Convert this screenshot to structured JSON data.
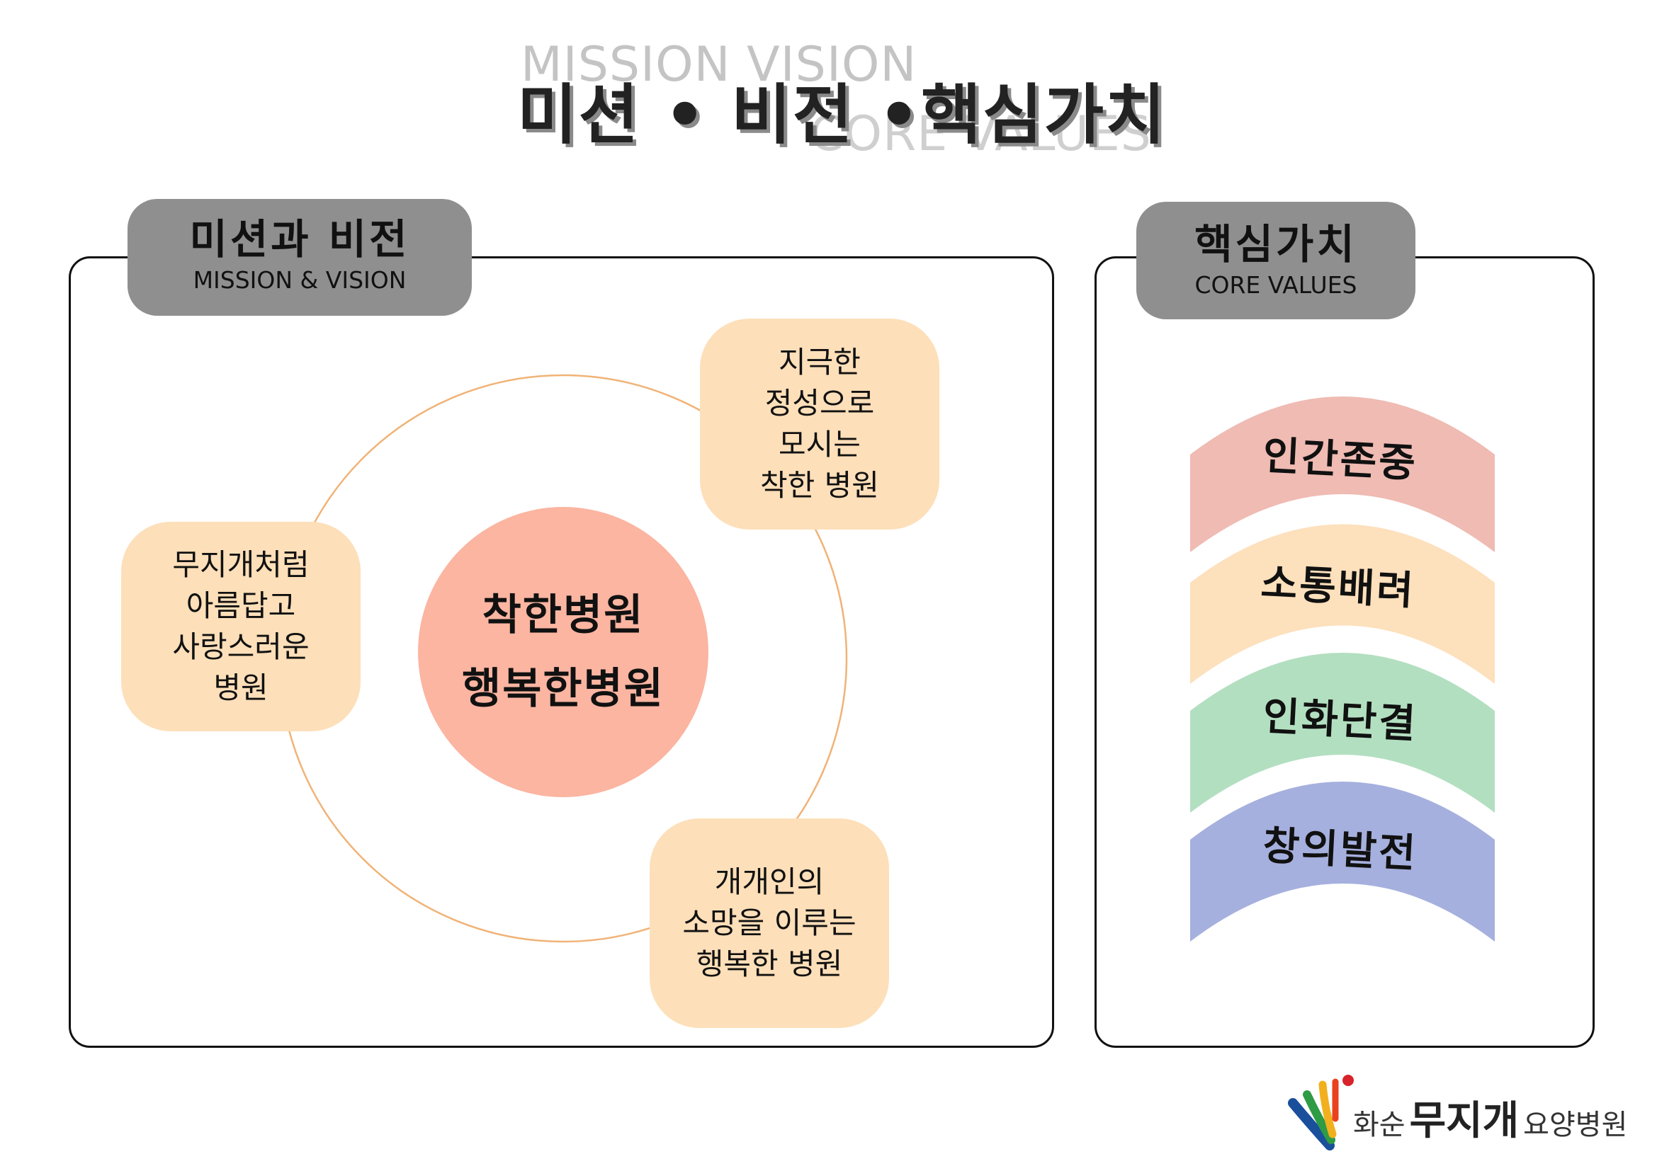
{
  "title": {
    "ghost_top": "MISSION   VISION",
    "ghost_bottom": "CORE VALUES",
    "main": "미션 • 비전 •핵심가치"
  },
  "mission_panel": {
    "tab_title": "미션과 비전",
    "tab_subtitle": "MISSION & VISION",
    "center_line1": "착한병원",
    "center_line2": "행복한병원",
    "box_top_right": "지극한\n정성으로\n모시는\n착한 병원",
    "box_left": "무지개처럼\n아름답고\n사랑스러운\n병원",
    "box_bottom_right": "개개인의\n소망을 이루는\n행복한 병원"
  },
  "core_panel": {
    "tab_title": "핵심가치",
    "tab_subtitle": "CORE VALUES",
    "values": [
      {
        "label": "인간존중",
        "color": "#efbbb3"
      },
      {
        "label": "소통배려",
        "color": "#fde0bc"
      },
      {
        "label": "인화단결",
        "color": "#b3dfc1"
      },
      {
        "label": "창의발전",
        "color": "#a6b0de"
      }
    ]
  },
  "logo": {
    "small_left": "화순",
    "big": "무지개",
    "small_right": "요양병원"
  }
}
